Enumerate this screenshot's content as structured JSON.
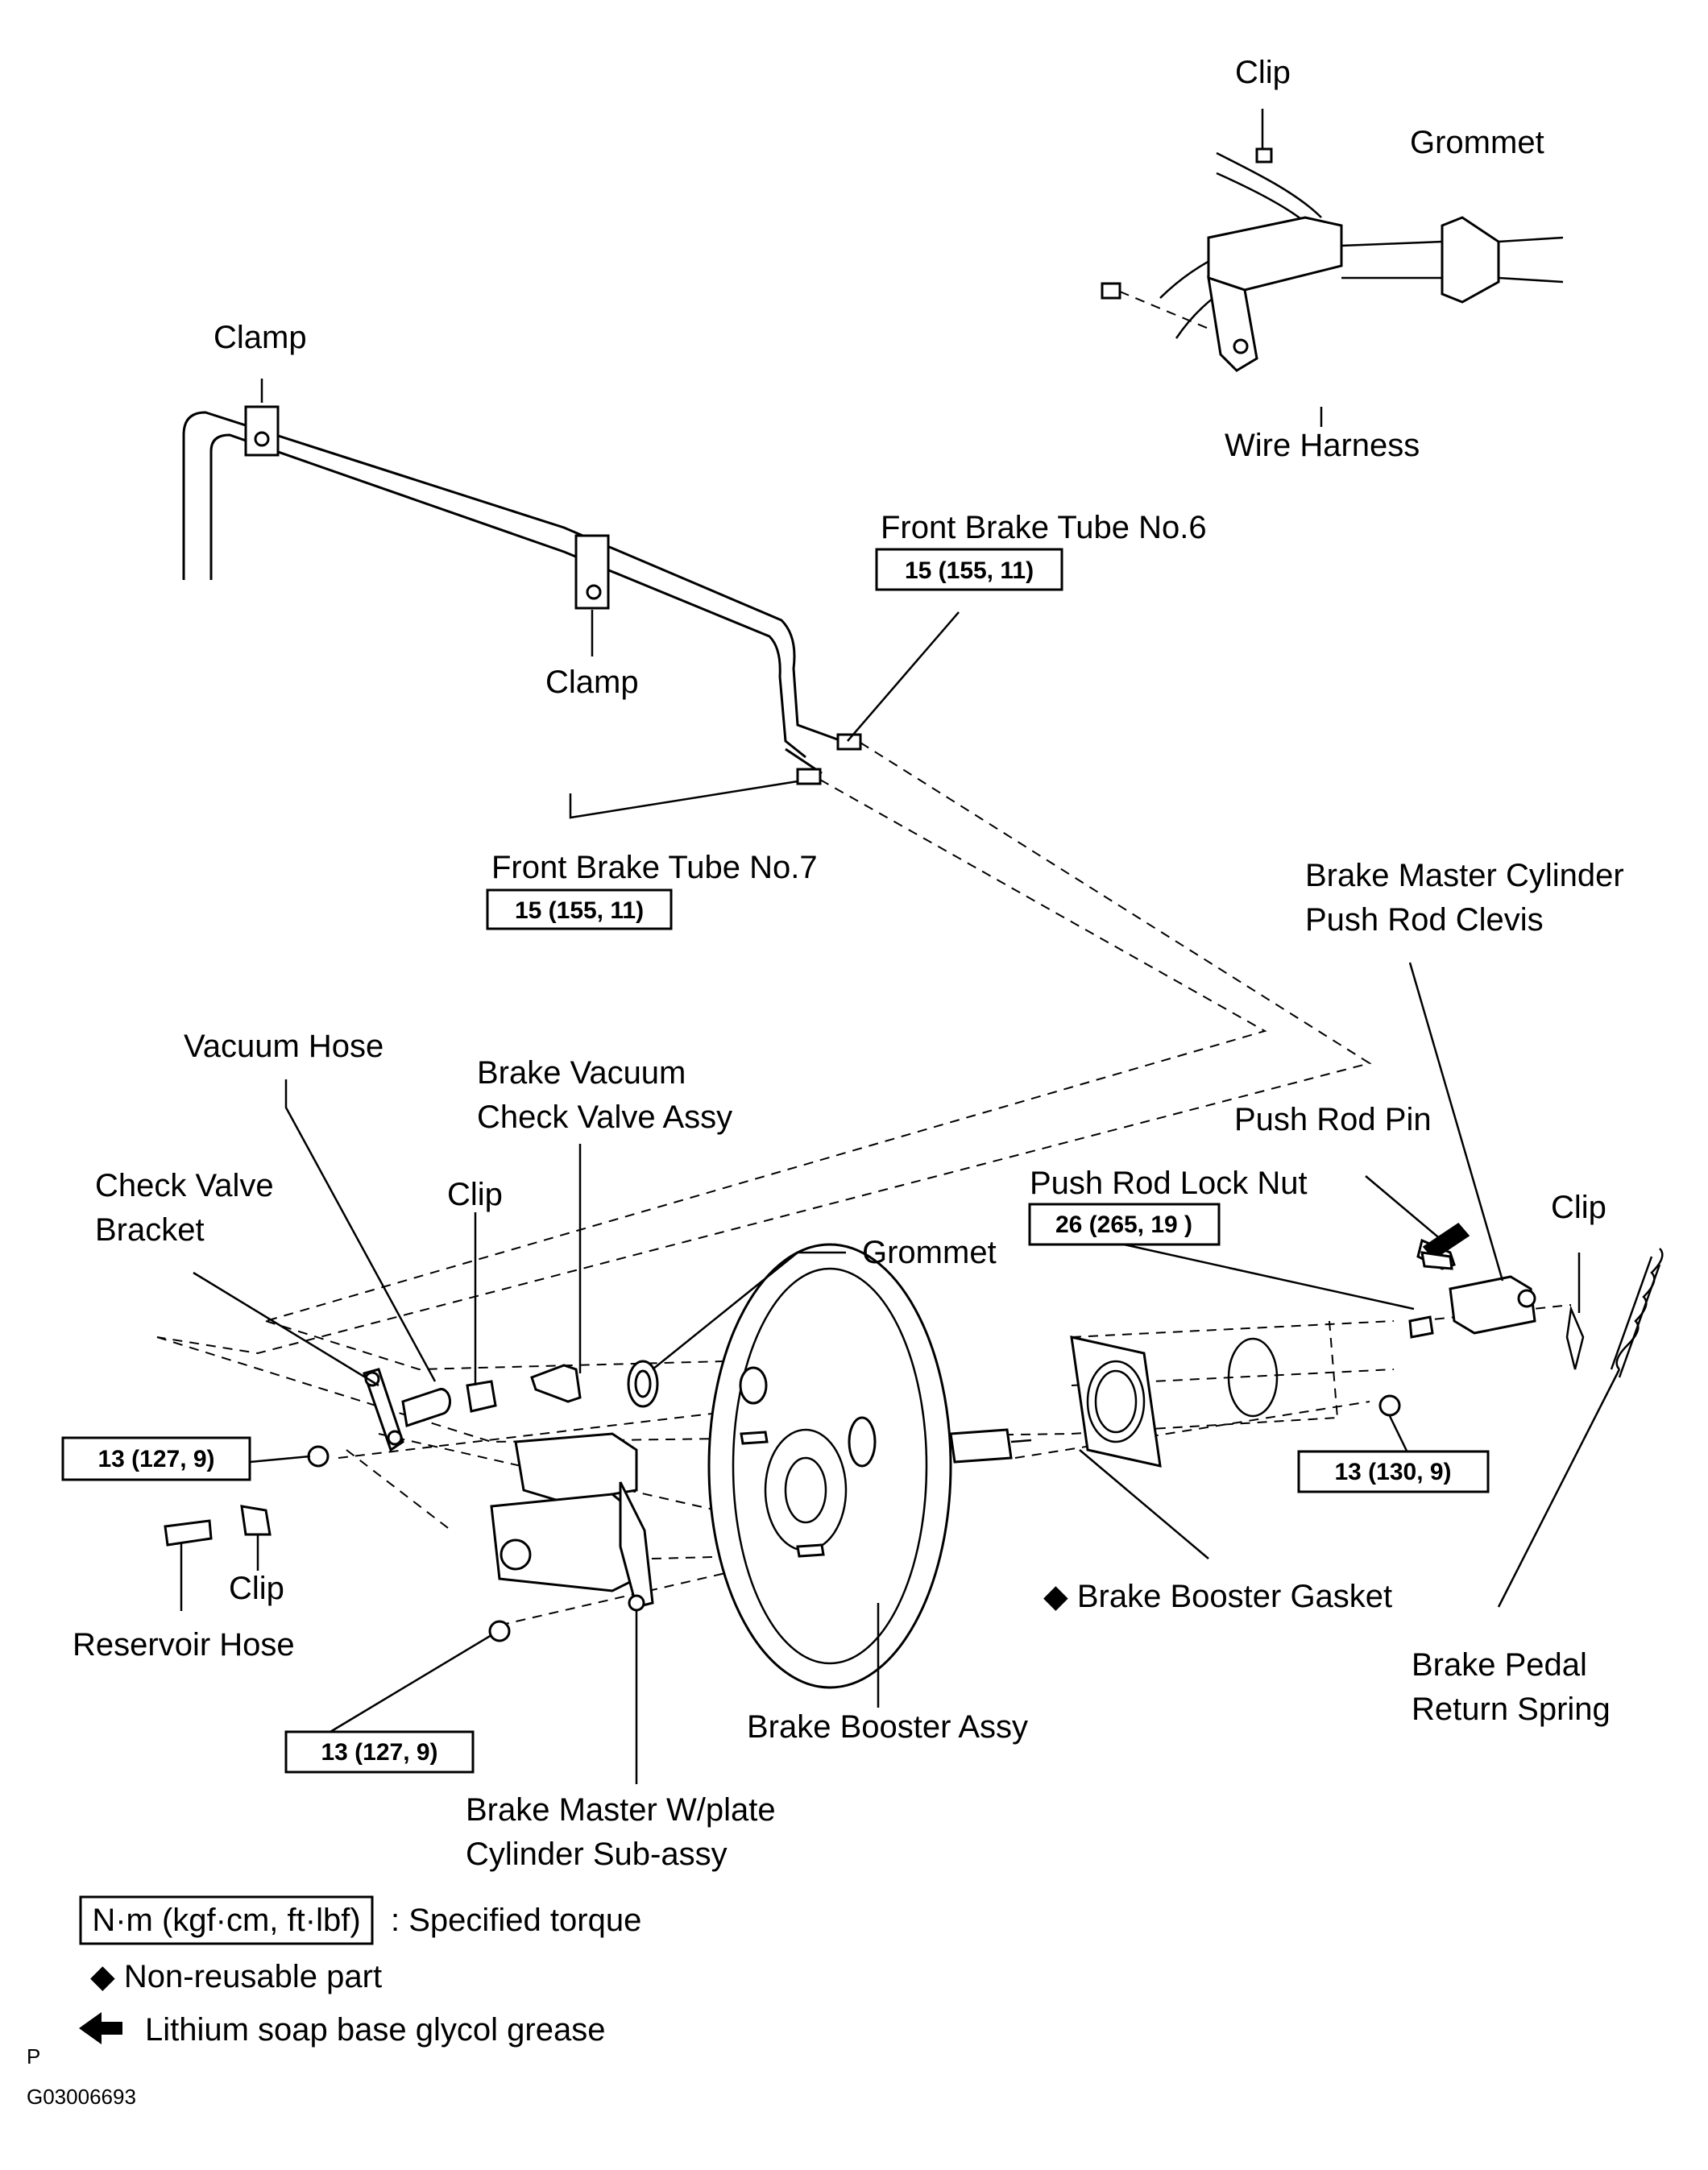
{
  "labels": {
    "clip_top": "Clip",
    "grommet_top": "Grommet",
    "wire_harness": "Wire Harness",
    "clamp_top": "Clamp",
    "clamp_mid": "Clamp",
    "front_brake_tube_6": "Front Brake Tube No.6",
    "front_brake_tube_7": "Front Brake Tube No.7",
    "push_rod_clevis_1": "Brake Master Cylinder",
    "push_rod_clevis_2": "Push Rod Clevis",
    "vacuum_hose": "Vacuum Hose",
    "check_valve_assy_1": "Brake Vacuum",
    "check_valve_assy_2": "Check Valve Assy",
    "check_valve_bracket_1": "Check Valve",
    "check_valve_bracket_2": "Bracket",
    "clip_mid": "Clip",
    "push_rod_pin": "Push Rod Pin",
    "push_rod_lock_nut": "Push Rod Lock Nut",
    "clip_right": "Clip",
    "grommet_mid": "Grommet",
    "clip_low": "Clip",
    "reservoir_hose": "Reservoir Hose",
    "brake_booster_gasket": "◆ Brake Booster Gasket",
    "brake_pedal_return_spring_1": "Brake Pedal",
    "brake_pedal_return_spring_2": "Return Spring",
    "brake_booster_assy": "Brake Booster Assy",
    "master_cylinder_1": "Brake Master W/plate",
    "master_cylinder_2": "Cylinder  Sub-assy"
  },
  "torques": {
    "tube_6": "15 (155, 11)",
    "tube_7": "15 (155, 11)",
    "lock_nut": "26 (265, 19 )",
    "bracket_nut": "13 (127, 9)",
    "gasket_nut": "13 (130, 9)",
    "master_nut": "13 (127, 9)"
  },
  "legend": {
    "torque_unit": "N·m (kgf·cm, ft·lbf)",
    "torque_desc": ": Specified torque",
    "non_reusable": "◆ Non-reusable part",
    "grease": "Lithium soap base glycol grease"
  },
  "footer": {
    "letter": "P",
    "code": "G03006693"
  }
}
